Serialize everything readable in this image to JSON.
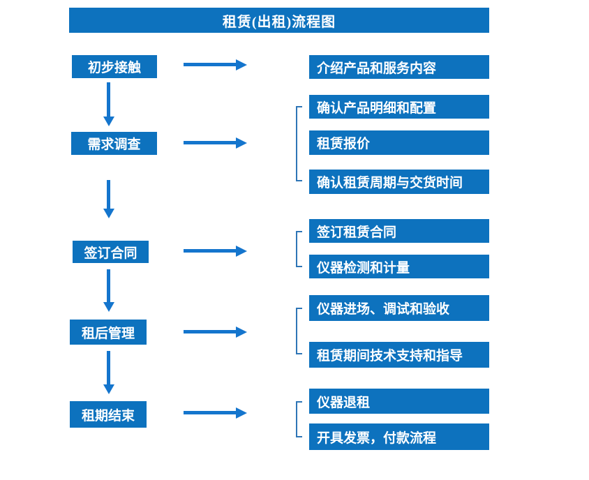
{
  "title": "租赁(出租)流程图",
  "colors": {
    "box_blue": "#0d72be",
    "arrow_blue": "#1475cd",
    "bracket_blue": "#2e75b6",
    "text_white": "#ffffff"
  },
  "steps": [
    {
      "label": "初步接触",
      "details": [
        "介绍产品和服务内容"
      ]
    },
    {
      "label": "需求调查",
      "details": [
        "确认产品明细和配置",
        "租赁报价",
        "确认租赁周期与交货时间"
      ]
    },
    {
      "label": "签订合同",
      "details": [
        "签订租赁合同",
        "仪器检测和计量"
      ]
    },
    {
      "label": "租后管理",
      "details": [
        "仪器进场、调试和验收",
        "租赁期间技术支持和指导"
      ]
    },
    {
      "label": "租期结束",
      "details": [
        "仪器退租",
        "开具发票，付款流程"
      ]
    }
  ]
}
